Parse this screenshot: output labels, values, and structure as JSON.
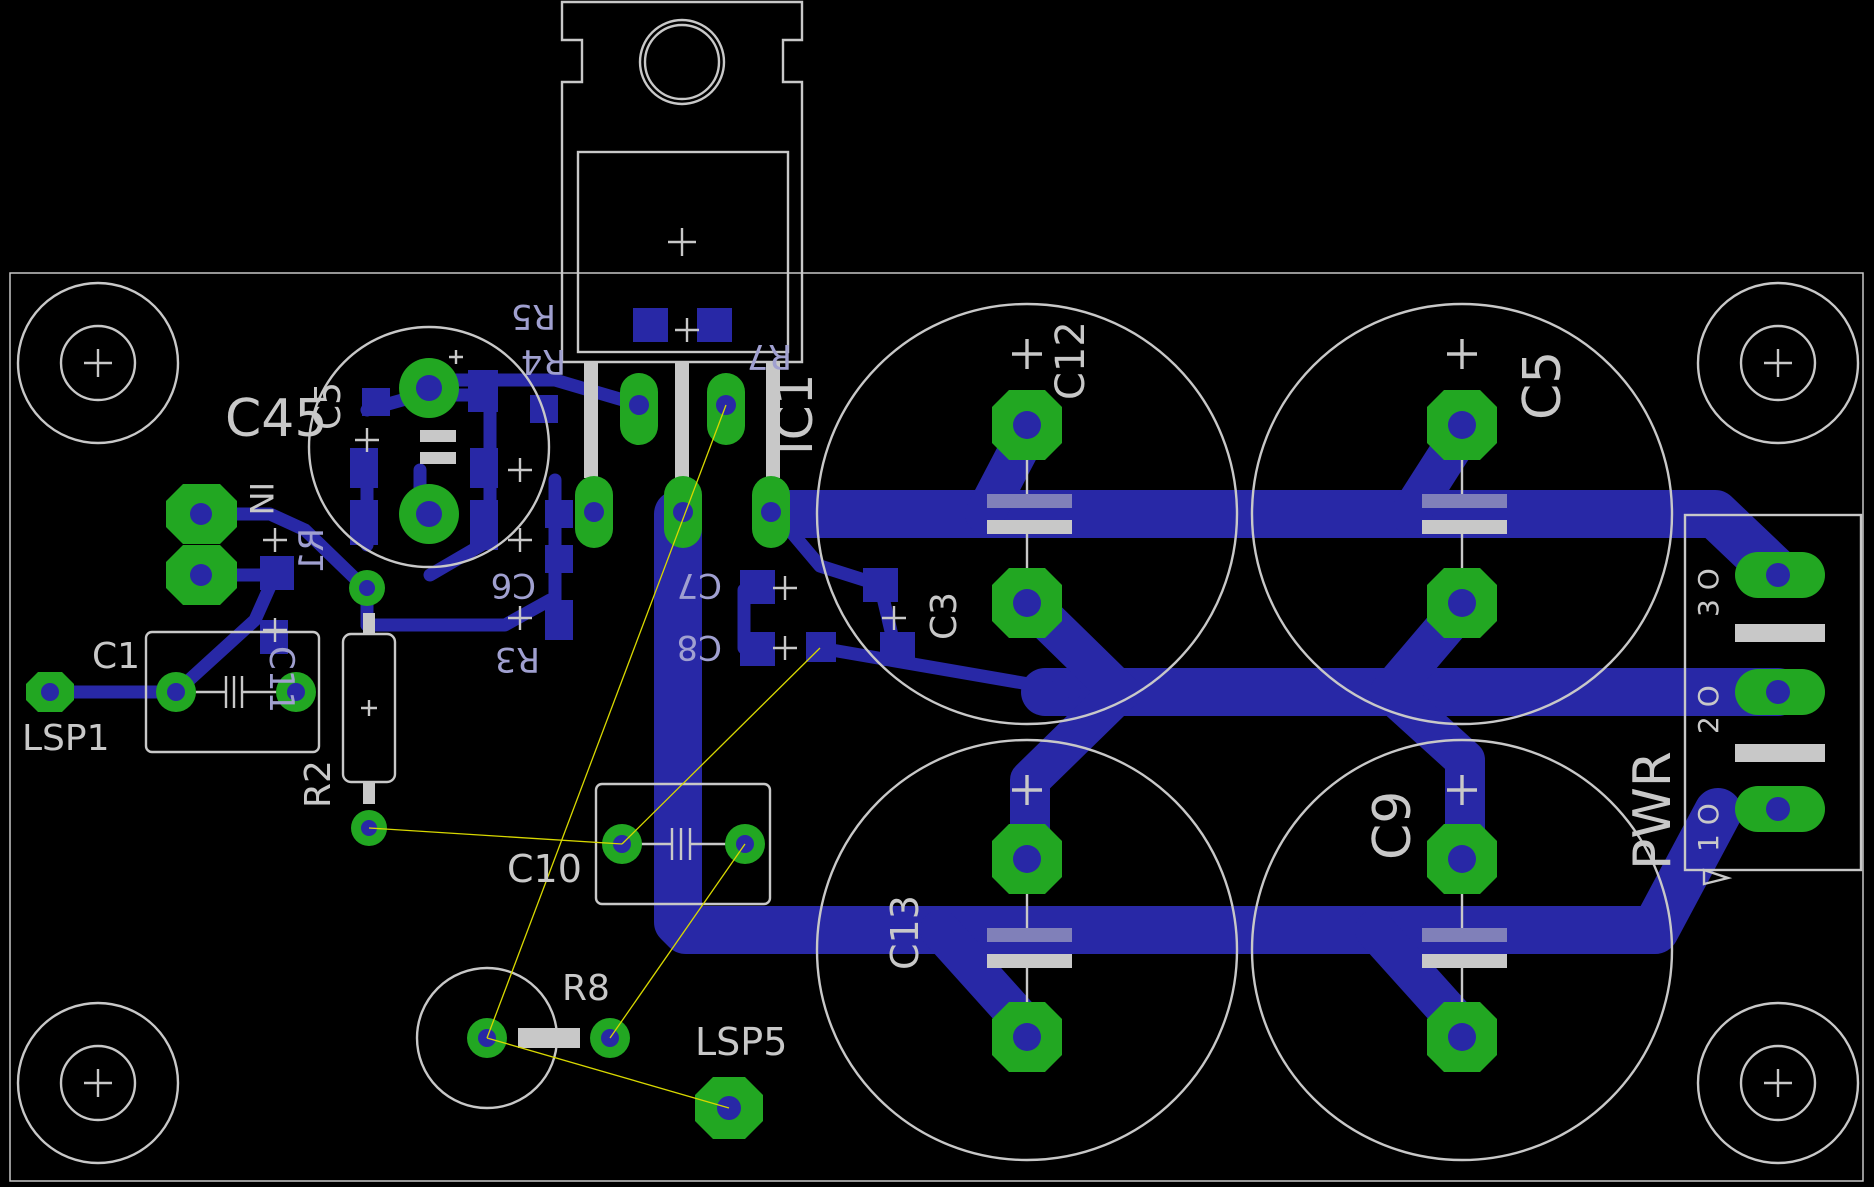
{
  "labels": {
    "c45": "C45",
    "c5_small": "C5",
    "r5": "R5",
    "r4": "R4",
    "r7": "R7",
    "ic1": "IC1",
    "c12": "C12",
    "c5": "C5",
    "r1": "R1",
    "in": "IN",
    "c6": "C6",
    "c7": "C7",
    "c3": "C3",
    "c8": "C8",
    "r3": "R3",
    "c1": "C1",
    "c11": "C11",
    "lsp1": "LSP1",
    "r2": "R2",
    "c10": "C10",
    "r8": "R8",
    "lsp5": "LSP5",
    "c13": "C13",
    "c9": "C9",
    "pwr": "PWR",
    "pin1": "1 O",
    "pin2": "2 O",
    "pin3": "3 O"
  },
  "colors": {
    "background": "#000000",
    "copper_bottom": "#2828a6",
    "pad": "#22a722",
    "silkscreen": "#c8c8c8",
    "airwire": "#d8d800"
  }
}
